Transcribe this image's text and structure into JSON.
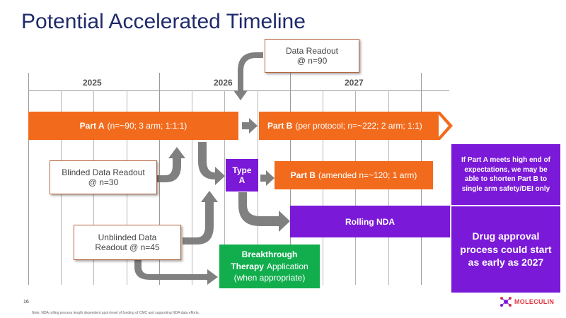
{
  "title": "Potential Accelerated Timeline",
  "years": [
    "2025",
    "2026",
    "2027"
  ],
  "data_readout_box": {
    "line1": "Data Readout",
    "line2": "@ n=90"
  },
  "part_a": {
    "bold": "Part A",
    "rest": "(n=~90; 3 arm; 1:1:1)"
  },
  "part_b_protocol": {
    "bold": "Part B",
    "rest": "(per protocol; n=~222; 2 arm; 1:1)"
  },
  "blinded_box": {
    "line1": "Blinded Data Readout",
    "line2": "@ n=30"
  },
  "type_a": {
    "line1": "Type",
    "line2": "A"
  },
  "part_b_amended": {
    "bold": "Part B",
    "rest": "(amended n=~120; 1 arm)"
  },
  "side_note": "If Part A meets high end of expectations, we may be able to shorten Part B to single arm safety/DEI only",
  "rolling_nda": "Rolling NDA",
  "unblinded_box": {
    "line1": "Unblinded Data",
    "line2": "Readout @ n=45"
  },
  "drug_approval": "Drug approval process could start as early as 2027",
  "btd": {
    "line1": "Breakthrough",
    "line2_bold": "Therapy",
    "line2_rest": "Application",
    "line3": "(when appropriate)"
  },
  "page_number": "16",
  "footnote": "Note: NDA rolling process length dependent upon level of funding of CMC and supporting NDA data efforts.",
  "logo_text": "MOLECULIN",
  "colors": {
    "orange": "#f26b1d",
    "purple": "#7b19d8",
    "green": "#12ae4e",
    "arrow": "#808080",
    "title": "#1f2a6b"
  }
}
